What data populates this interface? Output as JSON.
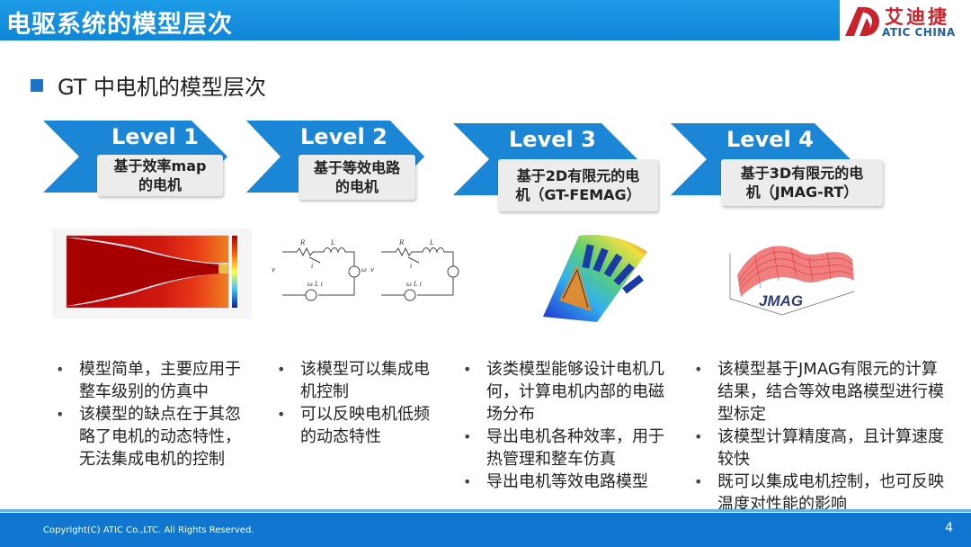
{
  "header": {
    "title": "电驱系统的模型层次"
  },
  "logo": {
    "cn": "艾迪捷",
    "en": "ATIC CHINA",
    "color_red": "#c8232c",
    "color_blue": "#1d5fa6"
  },
  "section": {
    "title": "GT 中电机的模型层次"
  },
  "levels": [
    {
      "name": "Level 1",
      "desc_lines": [
        "基于效率map",
        "的电机"
      ]
    },
    {
      "name": "Level 2",
      "desc_lines": [
        "基于等效电路",
        "的电机"
      ]
    },
    {
      "name": "Level 3",
      "desc_lines": [
        "基于2D有限元的电",
        "机（GT-FEMAG）"
      ]
    },
    {
      "name": "Level 4",
      "desc_lines": [
        "基于3D有限元的电",
        "机（JMAG-RT）"
      ]
    }
  ],
  "bullets": [
    [
      "模型简单，主要应用于整车级别的仿真中",
      "该模型的缺点在于其忽略了电机的动态特性，无法集成电机的控制"
    ],
    [
      "该模型可以集成电机控制",
      "可以反映电机低频的动态特性"
    ],
    [
      "该类模型能够设计电机几何，计算电机内部的电磁场分布",
      "导出电机各种效率，用于热管理和整车仿真",
      "导出电机等效电路模型"
    ],
    [
      "该模型基于JMAG有限元的计算结果，结合等效电路模型进行模型标定",
      "该模型计算精度高，且计算速度较快",
      "既可以集成电机控制，也可反映温度对性能的影响"
    ]
  ],
  "images": {
    "jmag_label": "JMAG"
  },
  "colors": {
    "accent": "#1a73c4",
    "arrow": "#1c86d6",
    "footer": "#1076cf"
  },
  "footer": {
    "copyright": "Copyright(C) ATIC Co.,LTC. All Rights Reserved.",
    "page": "4"
  }
}
